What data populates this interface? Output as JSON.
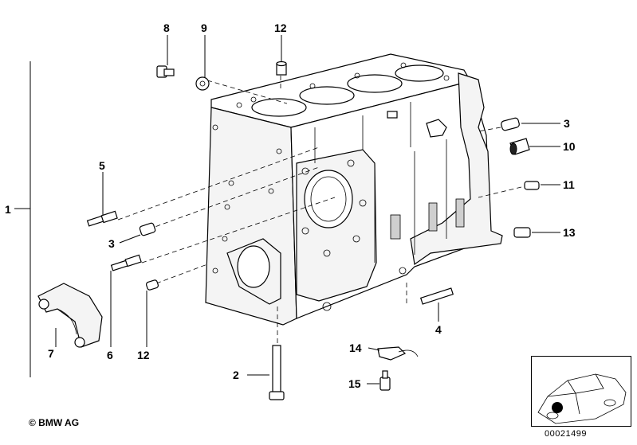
{
  "diagram": {
    "callouts": {
      "c1": "1",
      "c2": "2",
      "c3a": "3",
      "c3b": "3",
      "c4": "4",
      "c5": "5",
      "c6": "6",
      "c7": "7",
      "c8": "8",
      "c9": "9",
      "c10": "10",
      "c11": "11",
      "c12a": "12",
      "c12b": "12",
      "c13": "13",
      "c14": "14",
      "c15": "15"
    },
    "copyright": "© BMW AG",
    "document_number": "00021499"
  }
}
